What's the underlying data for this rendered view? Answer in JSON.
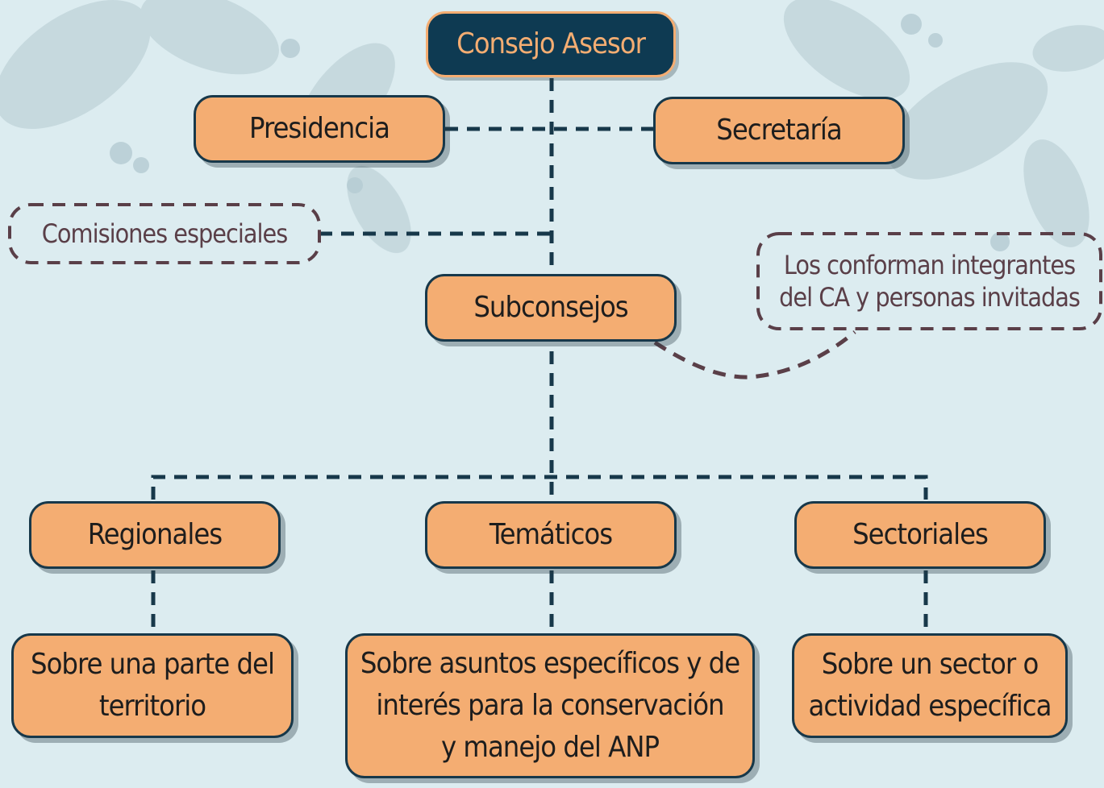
{
  "colors": {
    "background": "#dcecf0",
    "box_fill": "#f4ad72",
    "box_border": "#17384a",
    "root_fill": "#0e3a52",
    "root_text": "#f4ad72",
    "connector": "#17384a",
    "note_border": "#5a3f48",
    "note_text": "#5a3f48"
  },
  "root": {
    "label": "Consejo Asesor"
  },
  "officers": {
    "presidencia": "Presidencia",
    "secretaria": "Secretaría"
  },
  "comisiones": {
    "label": "Comisiones especiales"
  },
  "subconsejos": {
    "label": "Subconsejos",
    "note_line1": "Los conforman integrantes",
    "note_line2": "del CA y personas invitadas"
  },
  "types": [
    {
      "label": "Regionales",
      "desc_line1": "Sobre una parte del",
      "desc_line2": "territorio"
    },
    {
      "label": "Temáticos",
      "desc_line1": "Sobre asuntos específicos y de",
      "desc_line2": "interés para la conservación",
      "desc_line3": "y manejo del ANP"
    },
    {
      "label": "Sectoriales",
      "desc_line1": "Sobre un sector o",
      "desc_line2": "actividad específica"
    }
  ]
}
